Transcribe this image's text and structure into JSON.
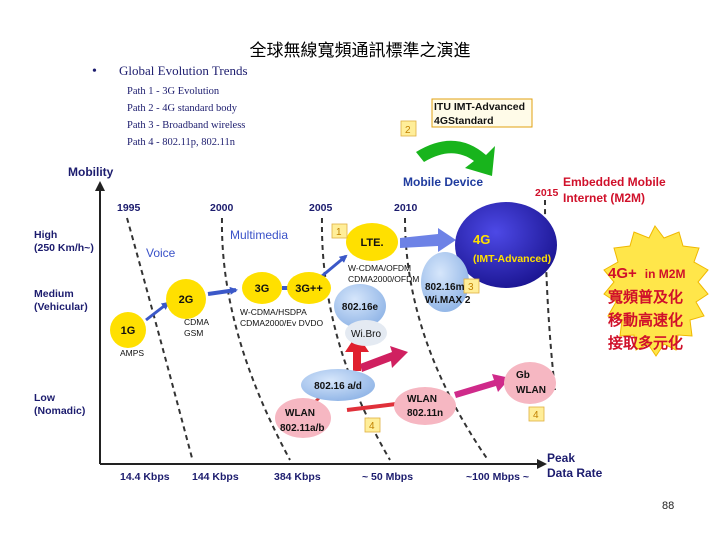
{
  "slide": {
    "title": "全球無線寬頻通訊標準之演進",
    "page_number": "88"
  },
  "trends": {
    "bullet": "•",
    "heading": "Global Evolution Trends",
    "items": [
      "Path 1 - 3G Evolution",
      "Path 2 - 4G standard body",
      "Path 3 - Broadband wireless",
      "Path 4 - 802.11p, 802.11n"
    ]
  },
  "axes": {
    "y_title": "Mobility",
    "x_title_line1": "Peak",
    "x_title_line2": "Data Rate",
    "y_levels": [
      {
        "line1": "High",
        "line2": "(250 Km/h~)"
      },
      {
        "line1": "Medium",
        "line2": "(Vehicular)"
      },
      {
        "line1": "Low",
        "line2": "(Nomadic)"
      }
    ],
    "x_ticks": [
      "14.4 Kbps",
      "144 Kbps",
      "384 Kbps",
      "~ 50 Mbps",
      "~100 Mbps ~"
    ],
    "years": [
      "1995",
      "2000",
      "2005",
      "2010",
      "2015"
    ]
  },
  "labels": {
    "voice": "Voice",
    "multimedia": "Multimedia",
    "mobile_device": "Mobile Device",
    "embedded_line1": "Embedded Mobile",
    "embedded_line2": "Internet (M2M)",
    "itu_line1": "ITU IMT-Advanced",
    "itu_line2": "4GStandard"
  },
  "nodes": {
    "g1": "1G",
    "amps": "AMPS",
    "g2": "2G",
    "cdma_line1": "CDMA",
    "cdma_line2": "GSM",
    "g3": "3G",
    "g3pp": "3G++",
    "wcdma_line1": "W-CDMA/HSDPA",
    "wcdma_line2": "CDMA2000/Ev DVDO",
    "lte": "LTE.",
    "ofdm_line1": "W-CDMA/OFDM",
    "ofdm_line2": "CDMA2000/OFDM",
    "g4_line1": "4G",
    "g4_line2": "(IMT-Advanced)",
    "wimax_line1": "802.16m",
    "wimax_line2": "Wi.MAX 2",
    "e80216": "802.16e",
    "wibro": "Wi.Bro",
    "ad80216": "802.16 a/d",
    "wlan_a_line1": "WLAN",
    "wlan_a_line2": "802.11a/b",
    "wlan_n_line1": "WLAN",
    "wlan_n_line2": "802.11n",
    "gb_line1": "Gb",
    "gb_line2": "WLAN"
  },
  "path_tags": [
    "1",
    "2",
    "3",
    "4",
    "4"
  ],
  "starburst": {
    "line1_a": "4G+",
    "line1_b": "in M2M",
    "lines": [
      "寬頻普及化",
      "移動高速化",
      "接取多元化"
    ]
  },
  "colors": {
    "navy": "#1c1c6e",
    "blue_label": "#1f3b9e",
    "red_label": "#d0102a",
    "yellow_node": "#ffe000",
    "ellipse_blue": "#a9c8ee",
    "big4g": "#2a22b8",
    "wlan_pink": "#f6b7c2",
    "green_arrow": "#18b41c",
    "starburst": "#ffe64a",
    "tag_fill": "#ffee99",
    "tag_text": "#c08000"
  }
}
